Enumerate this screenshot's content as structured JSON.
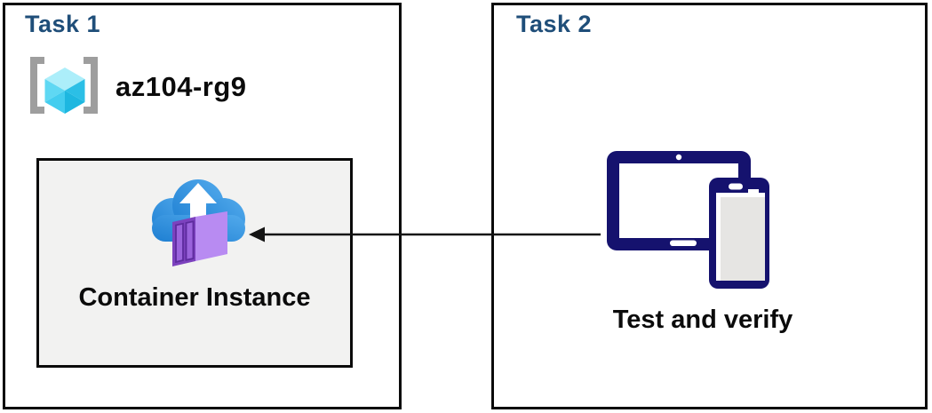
{
  "task1": {
    "title": "Task 1",
    "resource_group_name": "az104-rg9",
    "container_box": {
      "label": "Container Instance"
    }
  },
  "task2": {
    "title": "Task 2",
    "devices_label": "Test and verify"
  },
  "icons": {
    "resource_group": "resource-group-icon",
    "container_instance": "container-instance-icon",
    "devices": "tablet-phone-icon",
    "arrow": "arrow-left-icon"
  },
  "colors": {
    "title_blue": "#1f4e79",
    "text_black": "#0b0b0b",
    "box_border": "#0a0a0a",
    "inner_box_bg": "#f2f2f1",
    "bracket_gray": "#9e9e9e",
    "cube_top": "#aceefa",
    "cube_left_upper": "#5fd8f3",
    "cube_left_lower": "#43cdef",
    "cube_right_upper": "#2bbfe6",
    "cube_right_lower": "#1db7e0",
    "cloud_blue_dark": "#1e7fd2",
    "cloud_blue_light": "#52aaec",
    "container_front": "#7c42be",
    "container_side": "#b88bf2",
    "container_panel": "#9a63dc",
    "container_panel_stroke": "#5d2b9e",
    "device_navy": "#15126e",
    "phone_screen": "#e6e5e3",
    "arrow_black": "#141414"
  }
}
